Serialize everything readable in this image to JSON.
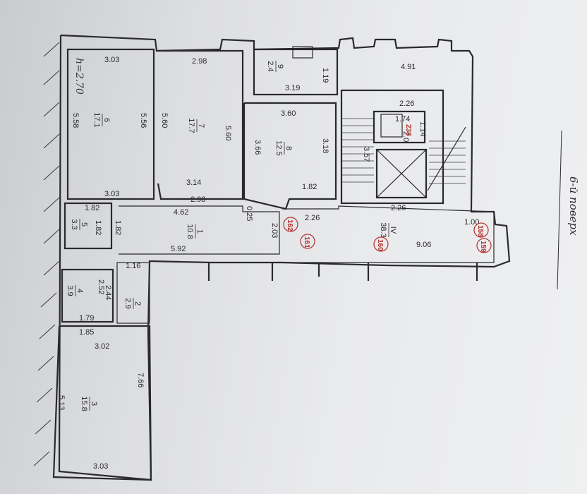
{
  "header": {
    "height_note": "h=2.70",
    "floor_label": "6-й поверх"
  },
  "rooms": [
    {
      "id": "room-6",
      "number": "6",
      "area": "17.1"
    },
    {
      "id": "room-7",
      "number": "7",
      "area": "17.7"
    },
    {
      "id": "room-8",
      "number": "8",
      "area": "12.5"
    },
    {
      "id": "room-9",
      "number": "9",
      "area": "2.4"
    },
    {
      "id": "room-5",
      "number": "5",
      "area": "3.3"
    },
    {
      "id": "room-1",
      "number": "1",
      "area": "10.8"
    },
    {
      "id": "room-4",
      "number": "4",
      "area": "3.9"
    },
    {
      "id": "room-2",
      "number": "2",
      "area": "2.9"
    },
    {
      "id": "room-3",
      "number": "3",
      "area": "15.8"
    },
    {
      "id": "room-IV",
      "number": "IV",
      "area": "38.3"
    }
  ],
  "dimensions": {
    "d303a": "3.03",
    "d298a": "2.98",
    "d491": "4.91",
    "d119": "1.19",
    "d319": "3.19",
    "d360": "3.60",
    "d226a": "2.26",
    "d174": "1.74",
    "d114": "1.14",
    "d20": "2.0",
    "d558": "5.58",
    "d556": "5.56",
    "d560a": "5.60",
    "d560b": "5.60",
    "d366": "3.66",
    "d318": "3.18",
    "d357": "3.57",
    "d314": "3.14",
    "d303b": "3.03",
    "d298b": "2.98",
    "d182c": "1.82",
    "d182a": "1.82",
    "d462": "4.62",
    "d025": "0.25",
    "d226b": "2.26",
    "d226c": "2.26",
    "d100": "1.00",
    "d182b": "1.82",
    "d182d": "1.82",
    "d203": "2.03",
    "d592": "5.92",
    "d906": "9.06",
    "d116": "1.16",
    "d252": "2.52",
    "d244": "2.44",
    "d179": "1.79",
    "d185": "1.85",
    "d302": "3.02",
    "d766": "7.66",
    "d513": "5.13",
    "d303c": "3.03"
  },
  "markers": [
    "158",
    "159",
    "160",
    "161",
    "162"
  ],
  "stair_mark": "238",
  "colors": {
    "ink": "#2a2a2e",
    "marker": "#b3322f",
    "paper": "#e6e7e9"
  }
}
